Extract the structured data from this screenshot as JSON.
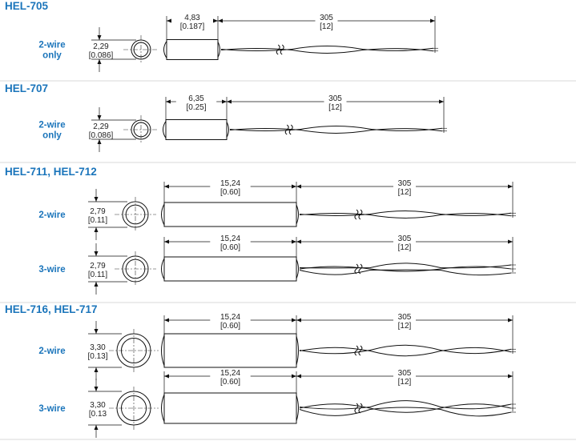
{
  "sections": [
    {
      "title": "HEL-705",
      "variants": [
        {
          "label_lines": [
            "2-wire",
            "only"
          ],
          "diameter_mm": "2,29",
          "diameter_in": "[0.086]",
          "body_mm": "4,83",
          "body_in": "[0.187]",
          "lead_mm": "305",
          "lead_in": "[12]",
          "wires": 2
        }
      ]
    },
    {
      "title": "HEL-707",
      "variants": [
        {
          "label_lines": [
            "2-wire",
            "only"
          ],
          "diameter_mm": "2,29",
          "diameter_in": "[0.086]",
          "body_mm": "6,35",
          "body_in": "[0.25]",
          "lead_mm": "305",
          "lead_in": "[12]",
          "wires": 2
        }
      ]
    },
    {
      "title": "HEL-711, HEL-712",
      "variants": [
        {
          "label_lines": [
            "2-wire"
          ],
          "diameter_mm": "2,79",
          "diameter_in": "[0.11]",
          "body_mm": "15,24",
          "body_in": "[0.60]",
          "lead_mm": "305",
          "lead_in": "[12]",
          "wires": 2
        },
        {
          "label_lines": [
            "3-wire"
          ],
          "diameter_mm": "2,79",
          "diameter_in": "[0.11]",
          "body_mm": "15,24",
          "body_in": "[0.60]",
          "lead_mm": "305",
          "lead_in": "[12]",
          "wires": 3
        }
      ]
    },
    {
      "title": "HEL-716, HEL-717",
      "variants": [
        {
          "label_lines": [
            "2-wire"
          ],
          "diameter_mm": "3,30",
          "diameter_in": "[0.13]",
          "body_mm": "15,24",
          "body_in": "[0.60]",
          "lead_mm": "305",
          "lead_in": "[12]",
          "wires": 2
        },
        {
          "label_lines": [
            "3-wire"
          ],
          "diameter_mm": "3,30",
          "diameter_in": "[0.13",
          "body_mm": "15,24",
          "body_in": "[0.60]",
          "lead_mm": "305",
          "lead_in": "[12]",
          "wires": 3
        }
      ]
    }
  ],
  "colors": {
    "accent": "#1b75bb",
    "line": "#111111",
    "separator": "#d8d8d8"
  }
}
